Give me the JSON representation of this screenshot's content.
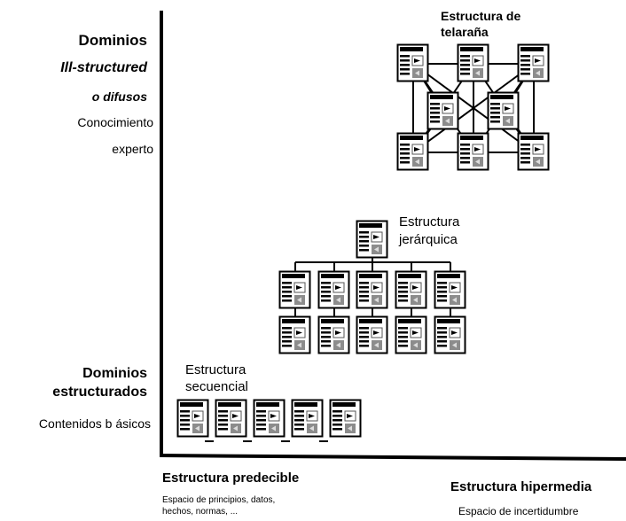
{
  "y_axis_labels": {
    "top": {
      "title": "Dominios",
      "sub1": "Ill-structured",
      "sub2": "o difusos",
      "desc1": "Conocimiento",
      "desc2": "experto"
    },
    "bottom": {
      "title1": "Dominios",
      "title2": "estructurados",
      "desc": "Contenidos b ásicos"
    }
  },
  "x_axis_labels": {
    "left": {
      "title": "Estructura predecible",
      "desc1": "Espacio de principios, datos,",
      "desc2": "hechos, normas, ..."
    },
    "right": {
      "title": "Estructura hipermedia",
      "desc": "Espacio de incertidumbre"
    }
  },
  "structures": {
    "web": {
      "label1": "Estructura de",
      "label2": "telaraña"
    },
    "hierarchical": {
      "label1": "Estructura",
      "label2": "jerárquica"
    },
    "sequential": {
      "label1": "Estructura",
      "label2": "secuencial"
    }
  },
  "icon_names": [
    "document-page-icon"
  ]
}
